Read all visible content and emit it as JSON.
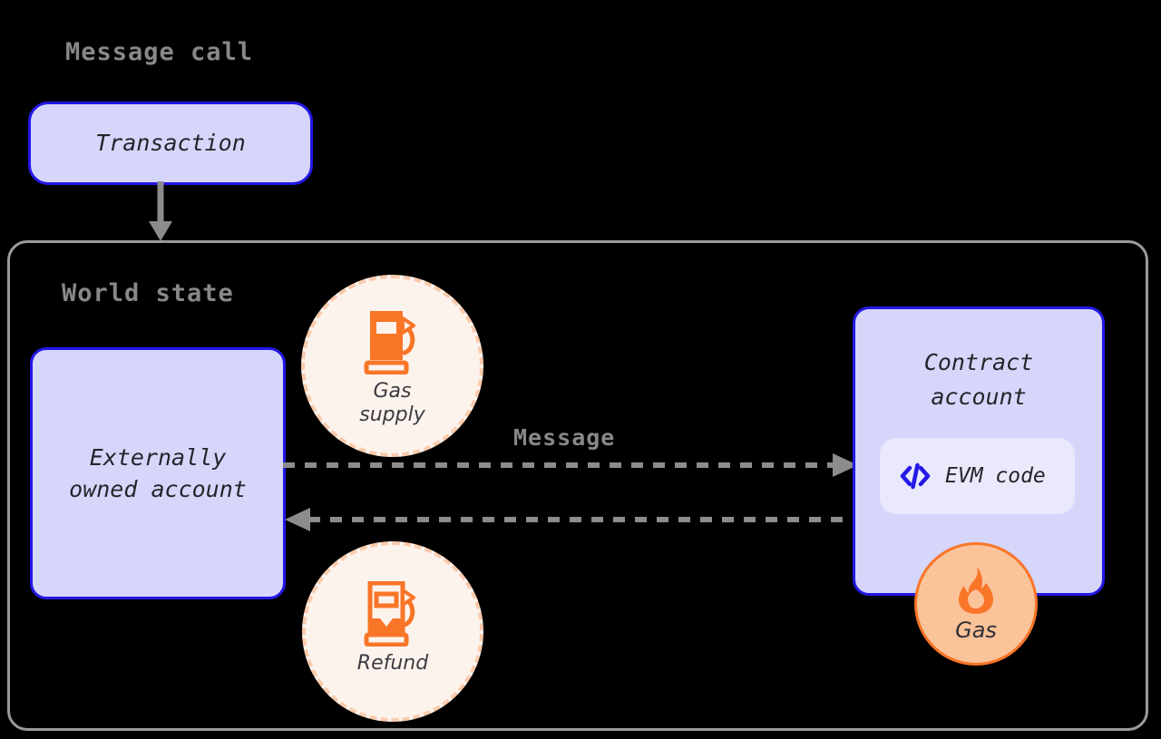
{
  "diagram": {
    "title": "Message call",
    "container_label": "World state",
    "transaction": {
      "label": "Transaction"
    },
    "eoa": {
      "label": "Externally\nowned account"
    },
    "contract": {
      "label": "Contract\naccount",
      "code_chip": {
        "icon": "code-brackets-icon",
        "label": "EVM code"
      }
    },
    "gas_supply": {
      "icon": "gas-pump-full-icon",
      "label": "Gas\nsupply"
    },
    "refund": {
      "icon": "gas-pump-partial-icon",
      "label": "Refund"
    },
    "gas_badge": {
      "icon": "flame-icon",
      "label": "Gas"
    },
    "message_label": "Message",
    "arrows": [
      {
        "name": "transaction-to-world-state",
        "style": "solid",
        "direction": "down"
      },
      {
        "name": "eoa-to-contract",
        "style": "dashed",
        "direction": "right"
      },
      {
        "name": "contract-to-eoa",
        "style": "dashed",
        "direction": "left"
      }
    ]
  },
  "colors": {
    "background": "#000000",
    "box_fill": "#d6d6fb",
    "box_border": "#2318e6",
    "chip_fill": "#e9e9fb",
    "container_border": "#9a9a9a",
    "title_gray": "#888888",
    "arrow_gray": "#8c8c8c",
    "orange": "#f97528",
    "orange_soft_fill": "#fdf3ed",
    "orange_dash_border": "#f9cbad",
    "flame_circle_fill": "#fbc39a",
    "text_dark": "#24252b"
  }
}
